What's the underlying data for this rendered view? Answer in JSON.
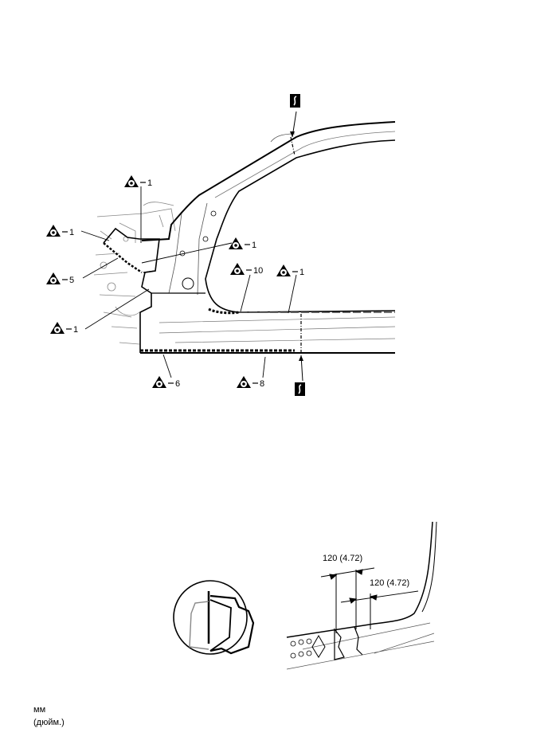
{
  "upper_view": {
    "weld_callouts": [
      {
        "symbol": "spot-weld-icon",
        "count": "1"
      },
      {
        "symbol": "spot-weld-icon",
        "count": "1"
      },
      {
        "symbol": "spot-weld-icon",
        "count": "1"
      },
      {
        "symbol": "spot-weld-icon",
        "count": "5"
      },
      {
        "symbol": "spot-weld-icon",
        "count": "10"
      },
      {
        "symbol": "spot-weld-icon",
        "count": "1"
      },
      {
        "symbol": "spot-weld-icon",
        "count": "1"
      },
      {
        "symbol": "spot-weld-icon",
        "count": "6"
      },
      {
        "symbol": "spot-weld-icon",
        "count": "8"
      }
    ],
    "cut_markers": [
      "cut-position-icon",
      "cut-position-icon"
    ]
  },
  "lower_view": {
    "dimensions": [
      "120 (4.72)",
      "120 (4.72)"
    ],
    "detail_circle": "section-detail"
  },
  "units": {
    "primary": "мм",
    "secondary": "(дюйм.)"
  }
}
